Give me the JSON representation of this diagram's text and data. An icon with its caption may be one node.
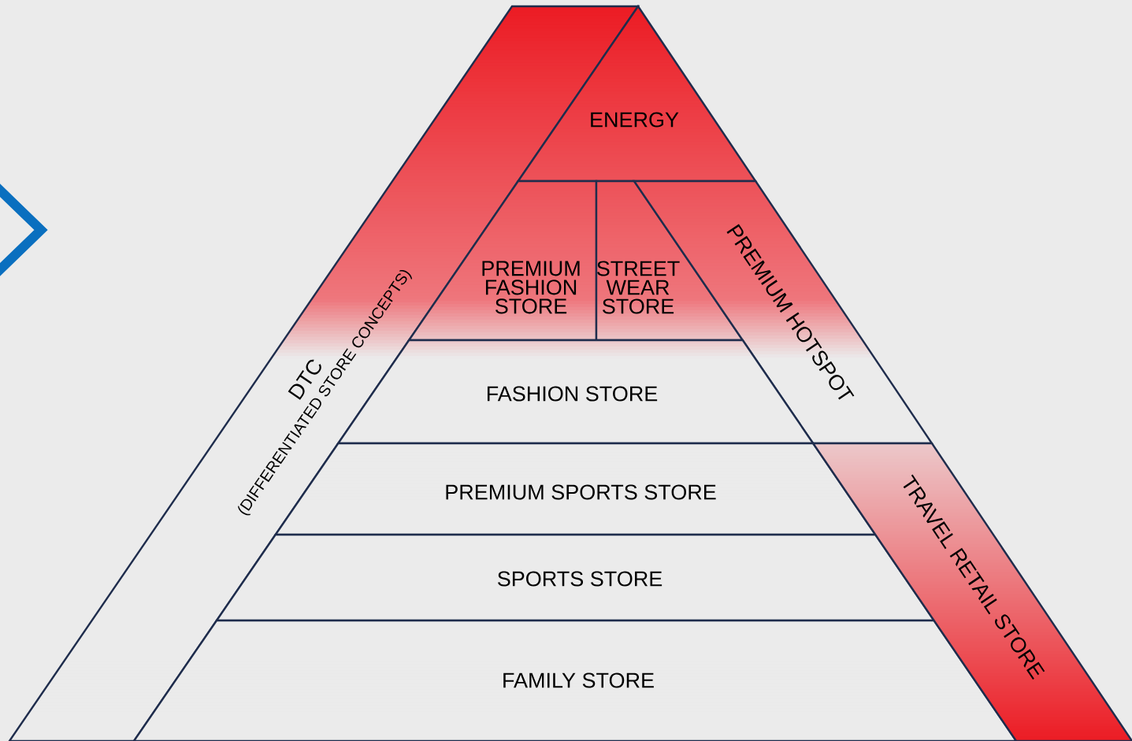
{
  "diagram": {
    "nodes": [
      {
        "text": [
          "DTC",
          "(DIFFERENTIATED STORE CONCEPTS)"
        ]
      },
      {
        "text": [
          "ENERGY"
        ]
      },
      {
        "text": [
          "PREMIUM FASHION STORE"
        ]
      },
      {
        "text": [
          "STREET WEAR STORE"
        ]
      },
      {
        "text": [
          "PREMIUM HOTSPOT"
        ]
      },
      {
        "text": [
          "FASHION STORE"
        ]
      },
      {
        "text": [
          "PREMIUM SPORTS STORE"
        ]
      },
      {
        "text": [
          "SPORTS STORE"
        ]
      },
      {
        "text": [
          "FAMILY STORE"
        ]
      },
      {
        "text": [
          "TRAVEL RETAIL STORE"
        ]
      }
    ]
  }
}
